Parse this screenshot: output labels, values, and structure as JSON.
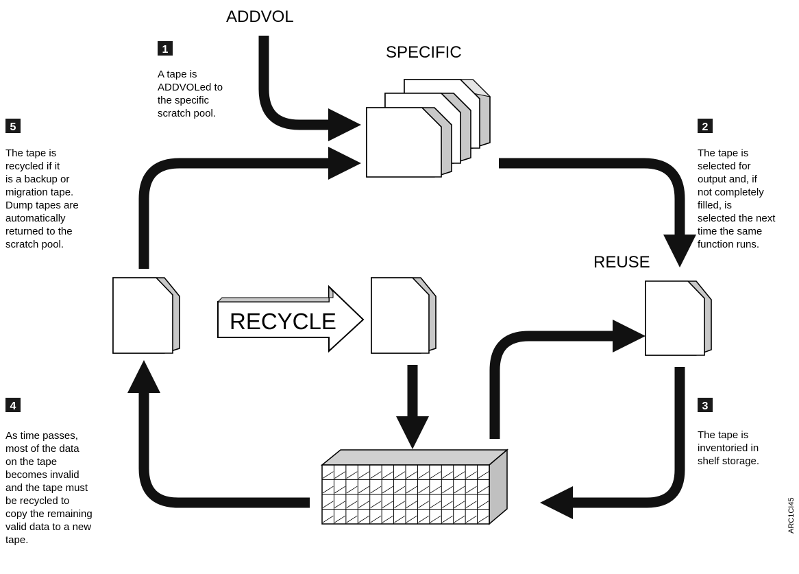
{
  "labels": {
    "addvol": "ADDVOL",
    "specific": "SPECIFIC",
    "reuse": "REUSE",
    "recycle": "RECYCLE",
    "figure_code": "ARC1CI45"
  },
  "steps": [
    {
      "number": "1",
      "lines": [
        "A tape is",
        "ADDVOLed to",
        "the specific",
        "scratch pool."
      ]
    },
    {
      "number": "2",
      "lines": [
        "The tape is",
        "selected for",
        "output and, if",
        "not completely",
        "filled, is",
        "selected the next",
        "time the same",
        "function runs."
      ]
    },
    {
      "number": "3",
      "lines": [
        "The tape is",
        "inventoried in",
        "shelf storage."
      ]
    },
    {
      "number": "4",
      "lines": [
        "As time passes,",
        "most of the data",
        "on the tape",
        "becomes invalid",
        "and the tape must",
        "be recycled to",
        "copy the remaining",
        "valid data to a new",
        "tape."
      ]
    },
    {
      "number": "5",
      "lines": [
        "The tape is",
        "recycled if it",
        "is a backup or",
        "migration tape.",
        "Dump tapes are",
        "automatically",
        "returned to the",
        "scratch pool."
      ]
    }
  ],
  "colors": {
    "arrow": "#111111",
    "tape_face": "#ffffff",
    "tape_side": "#c8c8c8",
    "badge": "#1a1a1a",
    "shelf_top": "#d0d0d0"
  }
}
